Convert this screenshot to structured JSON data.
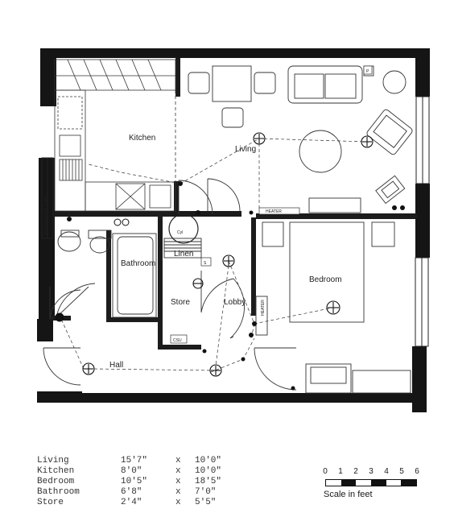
{
  "rooms": {
    "kitchen": "Kitchen",
    "living": "Living",
    "bathroom": "Bathroom",
    "bedroom": "Bedroom",
    "store": "Store",
    "lobby": "Lobby",
    "hall": "Hall",
    "linen": "Linen"
  },
  "small_labels": {
    "heater": "HEATER",
    "heater_vertical": "HEATER",
    "cyl": "Cyl",
    "csu": "CSU",
    "p": "P",
    "s": "S",
    "window_note": "Window to Flat / Lobby"
  },
  "schedule": [
    {
      "room": "Living",
      "w": "15'7\"",
      "x": "x",
      "h": "10'0\""
    },
    {
      "room": "Kitchen",
      "w": "8'0\"",
      "x": "x",
      "h": "10'0\""
    },
    {
      "room": "Bedroom",
      "w": "10'5\"",
      "x": "x",
      "h": "18'5\""
    },
    {
      "room": "Bathroom",
      "w": "6'8\"",
      "x": "x",
      "h": "7'0\""
    },
    {
      "room": "Store",
      "w": "2'4\"",
      "x": "x",
      "h": "5'5\""
    }
  ],
  "scale": {
    "ticks": [
      "0",
      "1",
      "2",
      "3",
      "4",
      "5",
      "6"
    ],
    "caption": "Scale in feet"
  }
}
